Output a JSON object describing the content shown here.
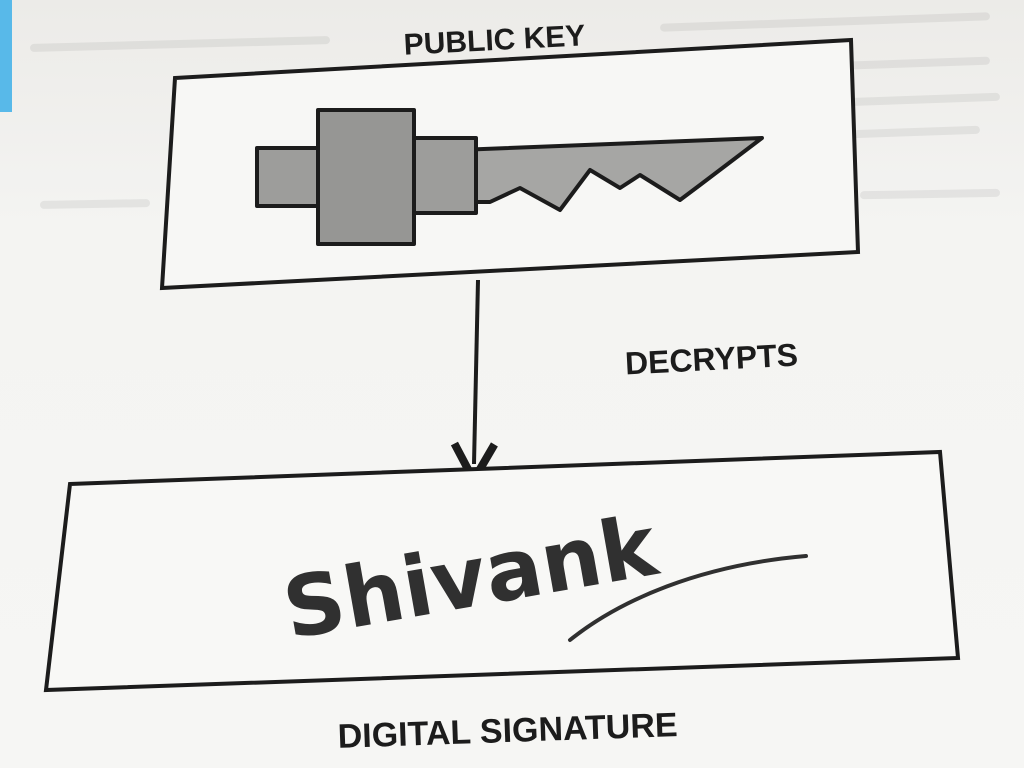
{
  "diagram": {
    "top_box_label": "PUBLIC KEY",
    "arrow_label": "DECRYPTS",
    "bottom_box_label": "DIGITAL SIGNATURE",
    "signature_text": "Shivank"
  },
  "colors": {
    "ink": "#1c1c1c",
    "key_fill": "#9a9a9a",
    "corner_accent": "#58b9e9"
  }
}
